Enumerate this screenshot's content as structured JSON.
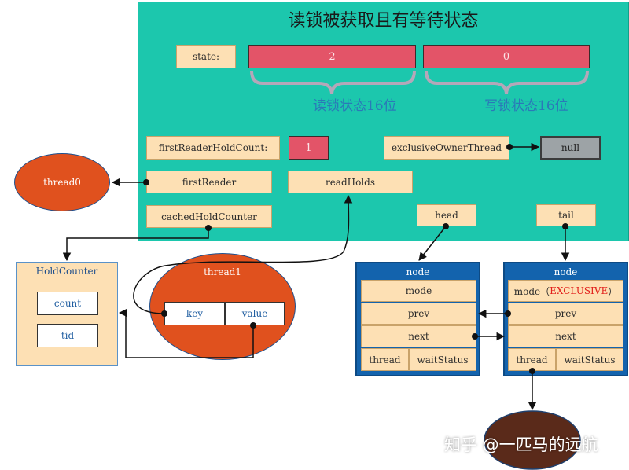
{
  "title": "读锁被获取且有等待状态",
  "state": {
    "label": "state:",
    "high": "2",
    "low": "0",
    "read_label": "读锁状态16位",
    "write_label": "写锁状态16位"
  },
  "fields": {
    "first_reader_hold_count_label": "firstReaderHoldCount:",
    "first_reader_hold_count_value": "1",
    "exclusive_owner_thread_label": "exclusiveOwnerThread",
    "exclusive_owner_thread_value": "null",
    "first_reader_label": "firstReader",
    "read_holds_label": "readHolds",
    "cached_hold_counter_label": "cachedHoldCounter",
    "head_label": "head",
    "tail_label": "tail"
  },
  "thread0": "thread0",
  "thread1": {
    "label": "thread1",
    "key": "key",
    "value": "value"
  },
  "hold_counter": {
    "title": "HoldCounter",
    "count": "count",
    "tid": "tid"
  },
  "nodes": [
    {
      "title": "node",
      "mode": "mode",
      "prev": "prev",
      "next": "next",
      "thread": "thread",
      "wait_status": "waitStatus"
    },
    {
      "title": "node",
      "mode_prefix": "mode（",
      "mode_value": "EXCLUSIVE",
      "mode_suffix": "）",
      "prev": "prev",
      "next": "next",
      "thread": "thread",
      "wait_status": "waitStatus"
    }
  ],
  "watermark": "知乎 @一匹马的远航",
  "colors": {
    "panel": "#1cc7ad",
    "field": "#fde0b4",
    "state_bits": "#e35468",
    "null_box": "#9da3a6",
    "ellipse": "#e0511e",
    "node_panel": "#1363ad",
    "thread_ellipse": "#5a2a1a",
    "exclusive_text": "#e2211c",
    "bit_label": "#2a79b8"
  }
}
